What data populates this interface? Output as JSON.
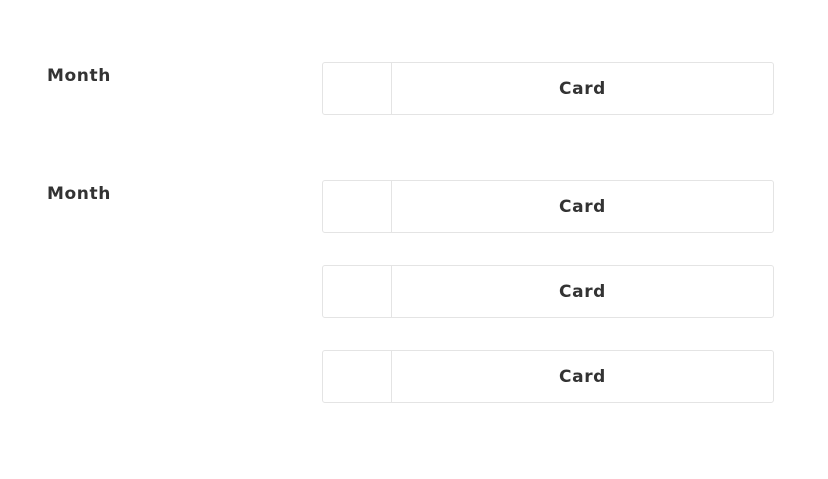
{
  "groups": [
    {
      "label": "Month",
      "cards": [
        {
          "label": "Card"
        }
      ]
    },
    {
      "label": "Month",
      "cards": [
        {
          "label": "Card"
        },
        {
          "label": "Card"
        },
        {
          "label": "Card"
        }
      ]
    }
  ],
  "colors": {
    "text": "#333333",
    "border": "#e4e4e4",
    "background": "#ffffff"
  }
}
